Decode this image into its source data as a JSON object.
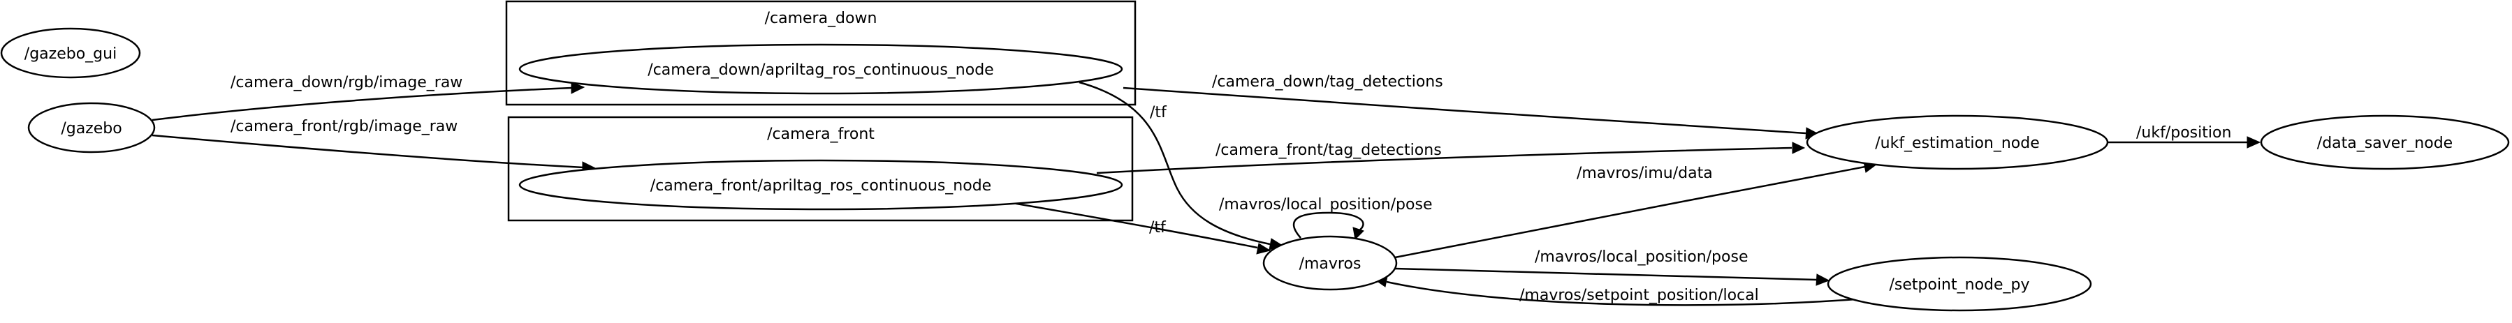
{
  "clusters": [
    {
      "id": "camera_down",
      "label": "/camera_down"
    },
    {
      "id": "camera_front",
      "label": "/camera_front"
    }
  ],
  "nodes": [
    {
      "id": "gazebo_gui",
      "label": "/gazebo_gui"
    },
    {
      "id": "gazebo",
      "label": "/gazebo"
    },
    {
      "id": "cd_node",
      "label": "/camera_down/apriltag_ros_continuous_node"
    },
    {
      "id": "cf_node",
      "label": "/camera_front/apriltag_ros_continuous_node"
    },
    {
      "id": "mavros",
      "label": "/mavros"
    },
    {
      "id": "ukf",
      "label": "/ukf_estimation_node"
    },
    {
      "id": "data_saver",
      "label": "/data_saver_node"
    },
    {
      "id": "setpoint",
      "label": "/setpoint_node_py"
    }
  ],
  "edges": [
    {
      "id": "e1",
      "label": "/camera_down/rgb/image_raw"
    },
    {
      "id": "e2",
      "label": "/camera_front/rgb/image_raw"
    },
    {
      "id": "e3",
      "label": "/camera_down/tag_detections"
    },
    {
      "id": "e4",
      "label": "/tf"
    },
    {
      "id": "e5",
      "label": "/camera_front/tag_detections"
    },
    {
      "id": "e6",
      "label": "/tf"
    },
    {
      "id": "e7",
      "label": "/mavros/local_position/pose"
    },
    {
      "id": "e8",
      "label": "/mavros/imu/data"
    },
    {
      "id": "e9",
      "label": "/mavros/local_position/pose"
    },
    {
      "id": "e10",
      "label": "/mavros/setpoint_position/local"
    },
    {
      "id": "e11",
      "label": "/ukf/position"
    }
  ]
}
